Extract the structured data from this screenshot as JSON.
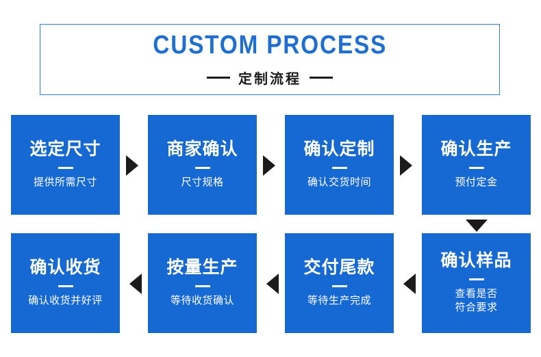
{
  "header": {
    "title": "CUSTOM PROCESS",
    "subtitle": "定制流程"
  },
  "flow": {
    "row1": [
      {
        "title": "选定尺寸",
        "desc": "提供所需尺寸"
      },
      {
        "title": "商家确认",
        "desc": "尺寸规格"
      },
      {
        "title": "确认定制",
        "desc": "确认交货时间"
      },
      {
        "title": "确认生产",
        "desc": "预付定金"
      }
    ],
    "row2": [
      {
        "title": "确认收货",
        "desc": "确认收货并好评"
      },
      {
        "title": "按量生产",
        "desc": "等待收货确认"
      },
      {
        "title": "交付尾款",
        "desc": "等待生产完成"
      },
      {
        "title": "确认样品",
        "desc": "查看是否\n符合要求"
      }
    ]
  },
  "colors": {
    "card_bg": "#1669d3",
    "title_blue": "#1e6fd0",
    "arrow": "#1b1b1b",
    "border": "#2f7fd4"
  }
}
